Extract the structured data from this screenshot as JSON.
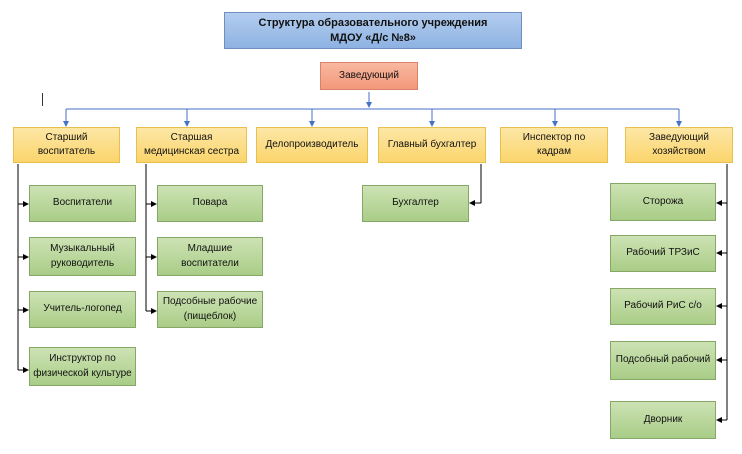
{
  "diagram": {
    "title": "Структура образовательного учреждения\nМДОУ «Д/с №8»",
    "head": "Заведующий",
    "departments": [
      {
        "key": "senior-educator",
        "label": "Старший\nвоспитатель",
        "staff": [
          "Воспитатели",
          "Музыкальный\nруководитель",
          "Учитель-логопед",
          "Инструктор по\nфизической культуре"
        ]
      },
      {
        "key": "senior-nurse",
        "label": "Старшая\nмедицинская сестра",
        "staff": [
          "Повара",
          "Младшие\nвоспитатели",
          "Подсобные рабочие\n(пищеблок)"
        ]
      },
      {
        "key": "clerk",
        "label": "Делопроизводитель",
        "staff": []
      },
      {
        "key": "chief-accountant",
        "label": "Главный бухгалтер",
        "staff": [
          "Бухгалтер"
        ]
      },
      {
        "key": "hr-inspector",
        "label": "Инспектор по\nкадрам",
        "staff": []
      },
      {
        "key": "facilities-manager",
        "label": "Заведующий\nхозяйством",
        "staff": [
          "Сторожа",
          "Рабочий ТРЗиС",
          "Рабочий РиС с/о",
          "Подсобный рабочий",
          "Дворник"
        ]
      }
    ]
  },
  "colors": {
    "title_fill": "#9dbde8",
    "head_fill": "#f5a98d",
    "department_fill": "#fcd97d",
    "staff_fill": "#b8d79a",
    "top_connector": "#4472c4",
    "side_connector": "#000000"
  }
}
